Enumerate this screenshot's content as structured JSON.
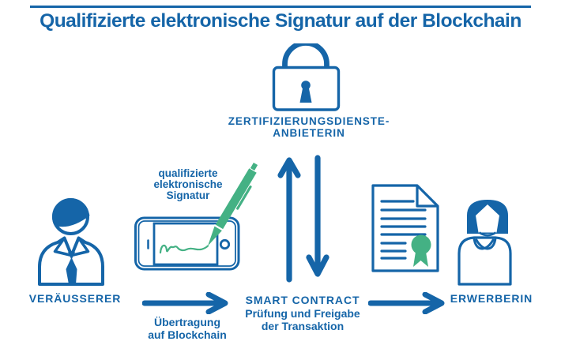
{
  "title": "Qualifizierte elektronische Signatur auf der Blockchain",
  "colors": {
    "primary_blue": "#1565a8",
    "accent_green": "#44b184"
  },
  "certification_authority": {
    "label": "ZERTIFIZIERUNGSDIENSTE-\nANBIETERIN"
  },
  "seller": {
    "label": "VERÄUSSERER"
  },
  "signature_note": "qualifizierte\nelektronische\nSignatur",
  "transfer_label": "Übertragung\nauf Blockchain",
  "smart_contract": {
    "title": "SMART CONTRACT",
    "subtitle": "Prüfung und Freigabe\nder Transaktion"
  },
  "buyer": {
    "label": "ERWERBERIN"
  }
}
